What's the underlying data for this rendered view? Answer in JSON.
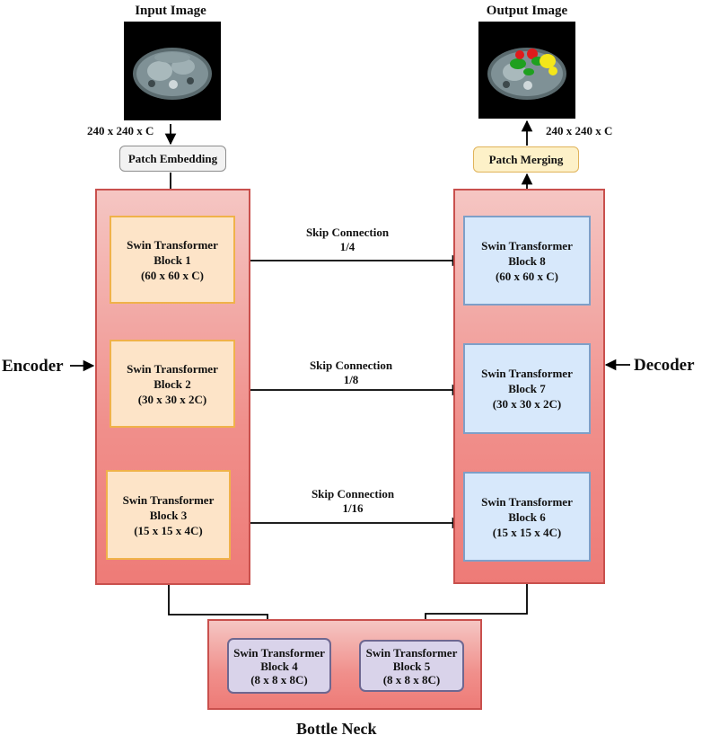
{
  "input": {
    "title": "Input Image",
    "size_label": "240 x 240 x C"
  },
  "output": {
    "title": "Output Image",
    "size_label": "240 x 240 x C"
  },
  "patch_embedding": "Patch Embedding",
  "patch_merging": "Patch Merging",
  "encoder": {
    "label": "Encoder",
    "blocks": [
      {
        "line1": "Swin Transformer",
        "line2": "Block 1",
        "line3": "(60 x 60 x C)"
      },
      {
        "line1": "Swin Transformer",
        "line2": "Block 2",
        "line3": "(30 x 30 x 2C)"
      },
      {
        "line1": "Swin Transformer",
        "line2": "Block 3",
        "line3": "(15 x 15 x 4C)"
      }
    ]
  },
  "decoder": {
    "label": "Decoder",
    "blocks": [
      {
        "line1": "Swin Transformer",
        "line2": "Block 8",
        "line3": "(60 x 60 x C)"
      },
      {
        "line1": "Swin Transformer",
        "line2": "Block 7",
        "line3": "(30 x 30 x 2C)"
      },
      {
        "line1": "Swin Transformer",
        "line2": "Block 6",
        "line3": "(15 x 15 x 4C)"
      }
    ]
  },
  "bottleneck": {
    "label": "Bottle Neck",
    "blocks": [
      {
        "line1": "Swin Transformer",
        "line2": "Block 4",
        "line3": "(8 x 8 x 8C)"
      },
      {
        "line1": "Swin Transformer",
        "line2": "Block 5",
        "line3": "(8 x 8 x 8C)"
      }
    ]
  },
  "skips": [
    {
      "line1": "Skip Connection",
      "line2": "1/4"
    },
    {
      "line1": "Skip Connection",
      "line2": "1/8"
    },
    {
      "line1": "Skip Connection",
      "line2": "1/16"
    }
  ],
  "colors": {
    "panel_border": "#c9504d",
    "encoder_fill": "#fde4c8",
    "encoder_border": "#f0b24a",
    "decoder_fill": "#d7e8fb",
    "decoder_border": "#7e9fc8",
    "bottleneck_fill": "#d9d3ea",
    "patch_merging_fill": "#fdf1c8"
  }
}
